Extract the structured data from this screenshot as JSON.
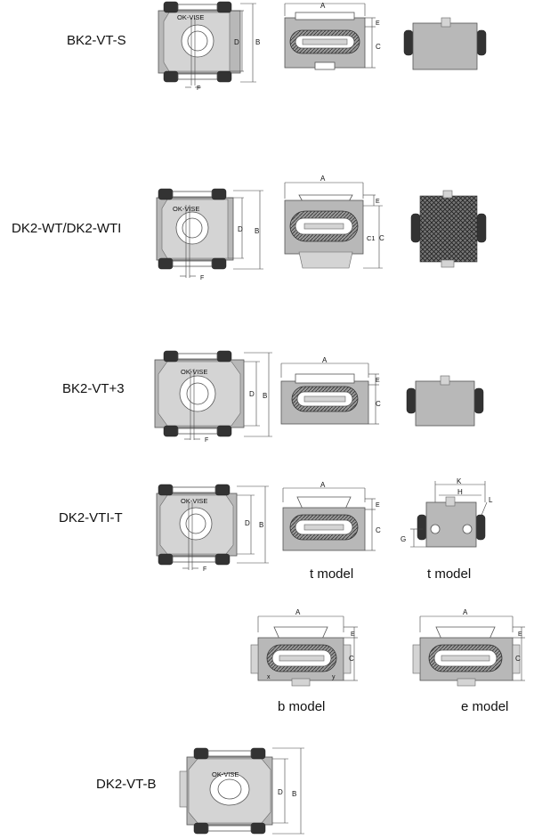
{
  "models": [
    {
      "label": "BK2-VT-S"
    },
    {
      "label": "DK2-WT/DK2-WTI"
    },
    {
      "label": "BK2-VT+3"
    },
    {
      "label": "DK2-VTI-T"
    },
    {
      "label": "DK2-VT-B"
    }
  ],
  "captions": {
    "t_model_front": "t model",
    "t_model_side": "t model",
    "b_model": "b model",
    "e_model": "e model"
  },
  "brand": "OK-VISE",
  "dims": {
    "A": "A",
    "B": "B",
    "C": "C",
    "C1": "C1",
    "D": "D",
    "E": "E",
    "F": "F",
    "G": "G",
    "H": "H",
    "K": "K",
    "L": "L",
    "x": "x",
    "y": "y"
  }
}
